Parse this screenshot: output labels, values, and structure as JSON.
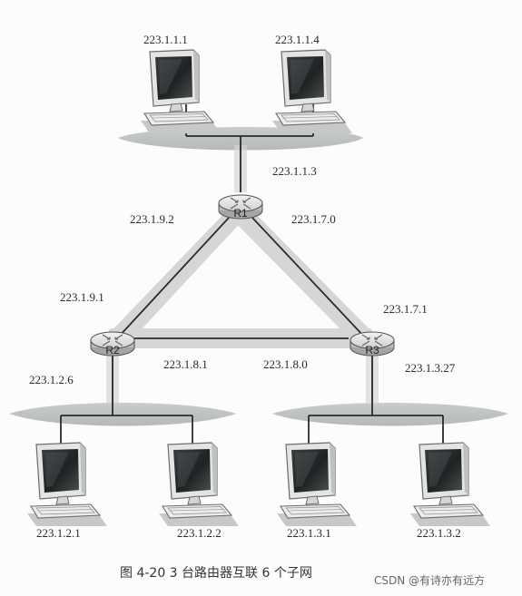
{
  "hosts": {
    "h1": "223.1.1.1",
    "h2": "223.1.1.4",
    "h3": "223.1.2.1",
    "h4": "223.1.2.2",
    "h5": "223.1.3.1",
    "h6": "223.1.3.2"
  },
  "routers": {
    "r1": "R1",
    "r2": "R2",
    "r3": "R3"
  },
  "interfaces": {
    "r1_lan": "223.1.1.3",
    "r1_to_r2": "223.1.9.2",
    "r1_to_r3": "223.1.7.0",
    "r2_to_r1": "223.1.9.1",
    "r2_to_r3": "223.1.8.1",
    "r2_lan": "223.1.2.6",
    "r3_to_r1": "223.1.7.1",
    "r3_to_r2": "223.1.8.0",
    "r3_lan": "223.1.3.27"
  },
  "caption": "图 4-20   3 台路由器互联 6 个子网",
  "watermark": "CSDN @有诗亦有远方"
}
